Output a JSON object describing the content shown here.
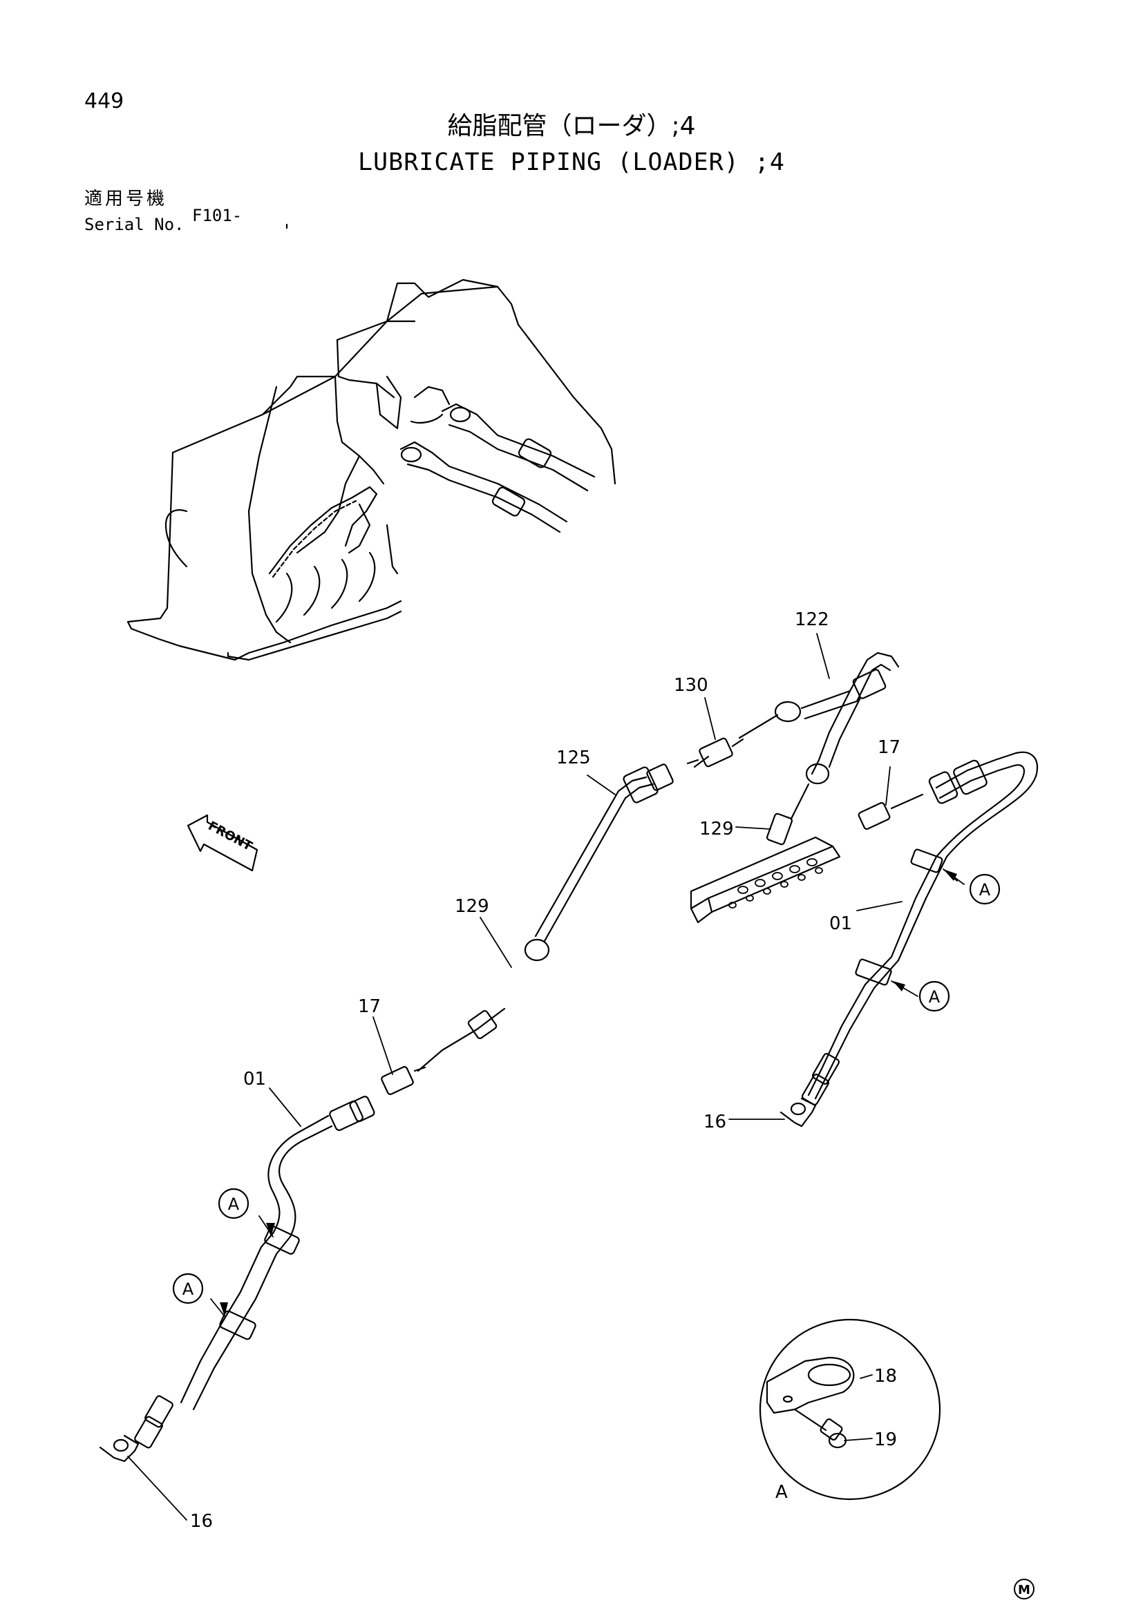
{
  "header": {
    "page_number": "449",
    "title_jp": "給脂配管（ローダ）;4",
    "title_en": "LUBRICATE PIPING (LOADER) ;4",
    "serial_label_jp": "適用号機",
    "serial_label_en": "Serial No.",
    "serial_value": "F101-"
  },
  "diagram": {
    "front_label": "FRONT",
    "callouts": {
      "c122": "122",
      "c130": "130",
      "c125": "125",
      "c17_right": "17",
      "c129_upper": "129",
      "c01_right": "01",
      "c129_lower": "129",
      "c17_left": "17",
      "c01_left": "01",
      "c16_right": "16",
      "c16_left": "16",
      "c18": "18",
      "c19": "19",
      "detail_a": "A"
    },
    "markers": {
      "a1": "A",
      "a2": "A",
      "a3": "A",
      "a4": "A"
    }
  },
  "footer": {
    "mark": "M"
  }
}
